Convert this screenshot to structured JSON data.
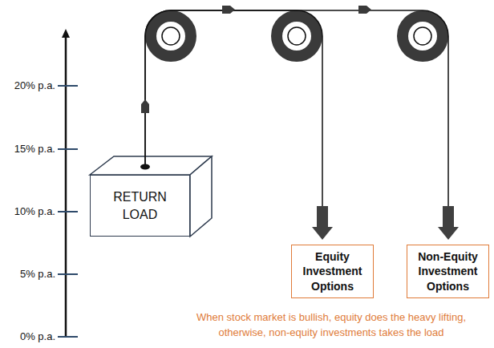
{
  "diagram": {
    "nodes": [
      {
        "text": [
          "RETURN LOAD"
        ]
      },
      {
        "text": [
          "Equity Investment Options"
        ]
      },
      {
        "text": [
          "Non-Equity Investment Options"
        ]
      }
    ],
    "edges": [
      {
        "from": 0,
        "to": 1,
        "arrow": "to"
      },
      {
        "from": 0,
        "to": 2,
        "arrow": "to"
      }
    ],
    "labels": [
      "20% p.a.",
      "15% p.a.",
      "10% p.a.",
      "5% p.a.",
      "0% p.a.",
      "When stock market is bullish, equity does the heavy lifting, otherwise, non-equity investments takes the load"
    ]
  }
}
